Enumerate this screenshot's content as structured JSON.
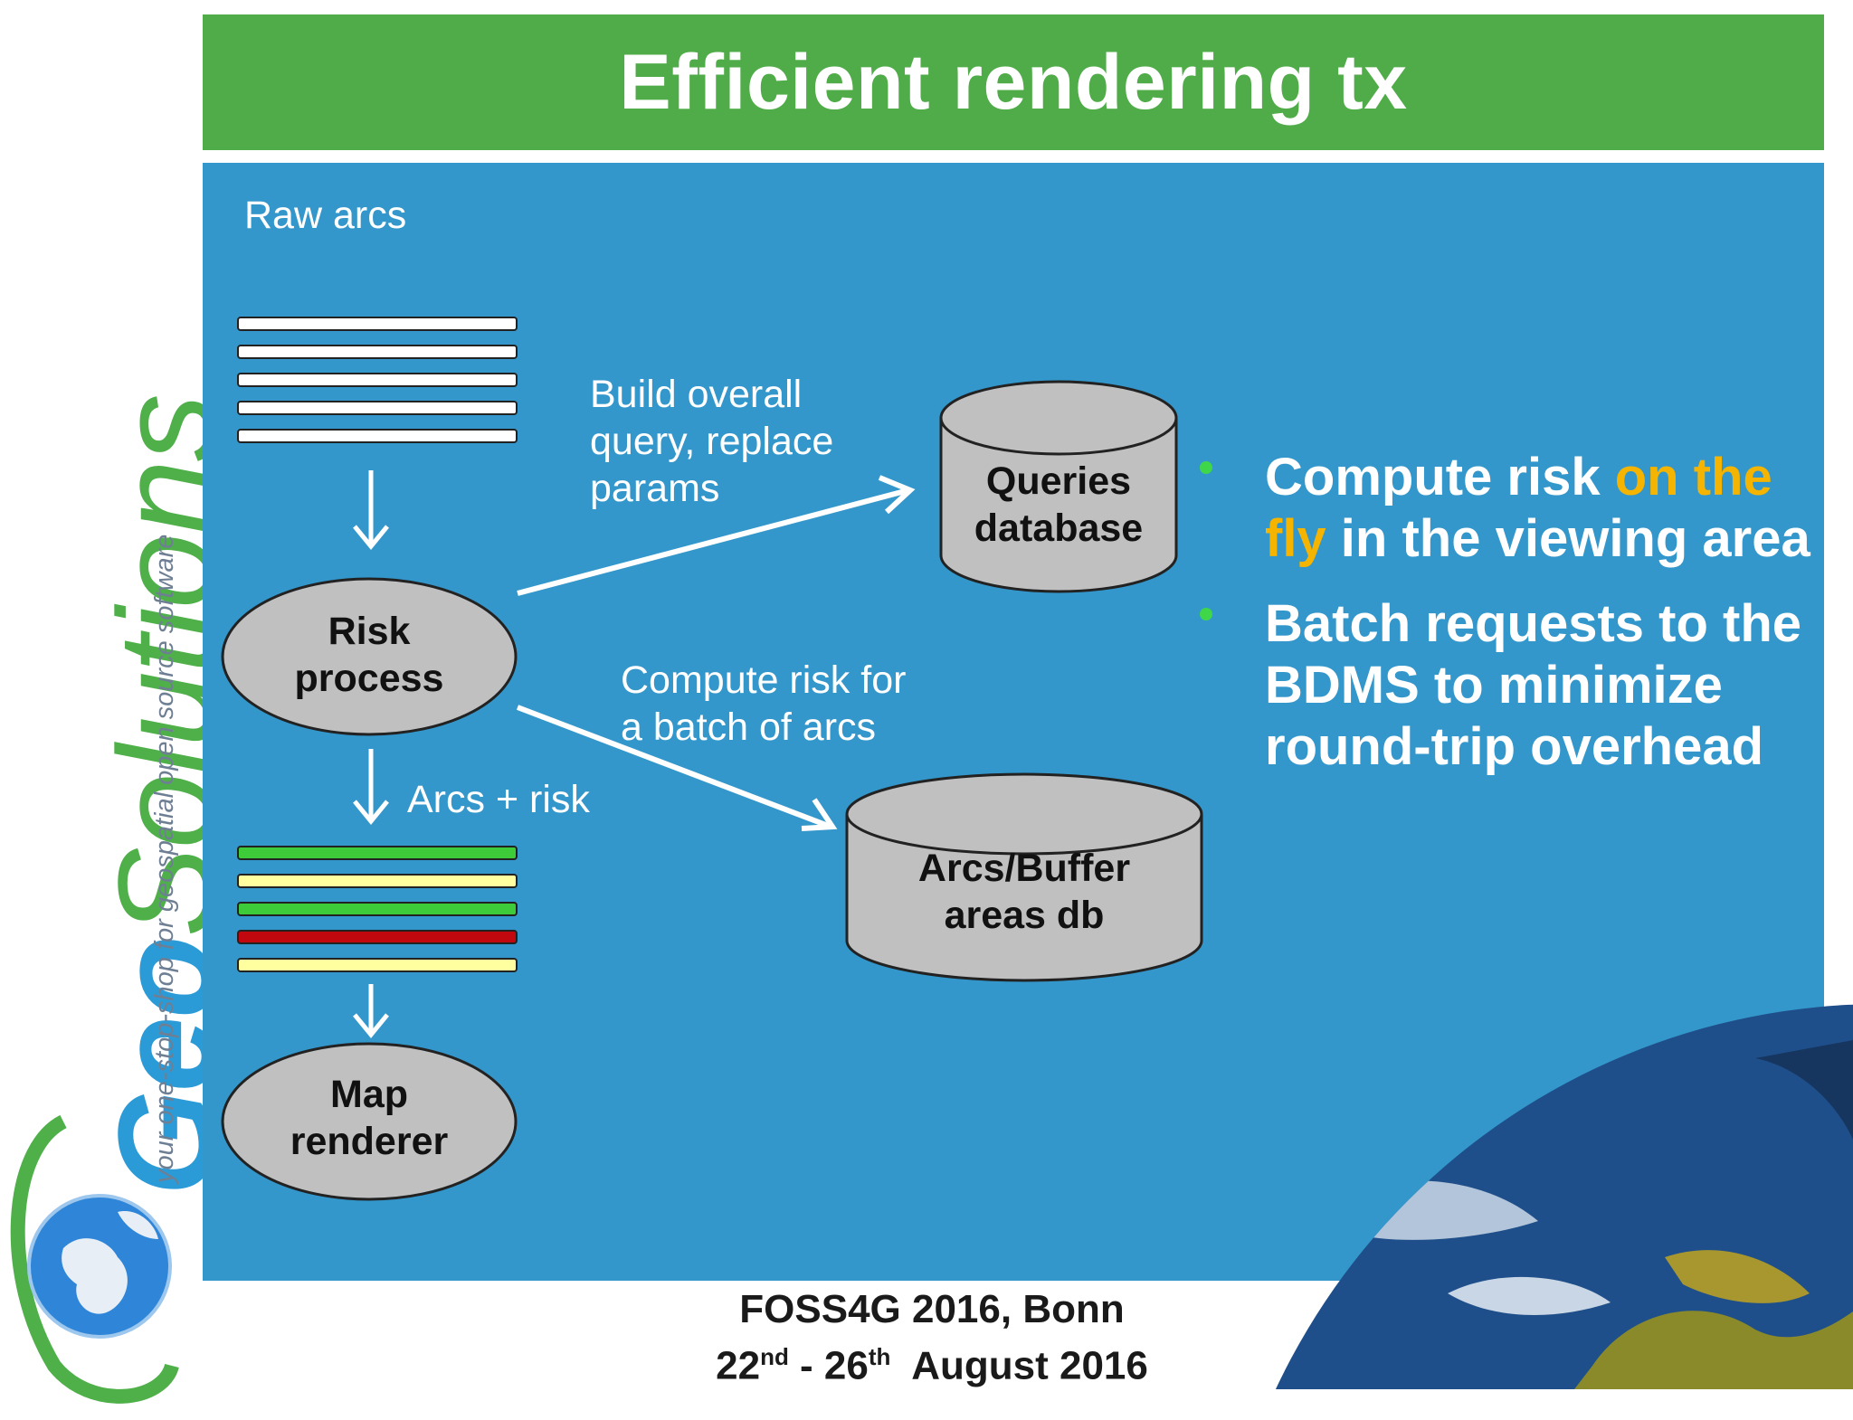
{
  "title": "Efficient rendering tx",
  "logo": {
    "word_geo": "Geo",
    "word_solutions": "Solutions",
    "tagline": "your one-stop-shop for geospatial open source software"
  },
  "diagram": {
    "raw_arcs_label": "Raw arcs",
    "risk_process_line1": "Risk",
    "risk_process_line2": "process",
    "map_renderer_line1": "Map",
    "map_renderer_line2": "renderer",
    "queries_db_line1": "Queries",
    "queries_db_line2": "database",
    "arcs_db_line1": "Arcs/Buffer",
    "arcs_db_line2": "areas db",
    "build_query_line1": "Build overall",
    "build_query_line2": "query, replace",
    "build_query_line3": "params",
    "compute_batch_line1": "Compute risk for",
    "compute_batch_line2": "a batch of arcs",
    "arcs_risk_label": "Arcs + risk",
    "raw_arc_colors": [
      "#ffffff",
      "#ffffff",
      "#ffffff",
      "#ffffff",
      "#ffffff"
    ],
    "risk_arc_colors": [
      "#3ecb3a",
      "#ffffa0",
      "#3ecb3a",
      "#c0080e",
      "#ffffa0"
    ]
  },
  "bullets": {
    "b1_part1": "Compute risk ",
    "b1_highlight": "on the fly",
    "b1_part2": " in the viewing area",
    "b2": "Batch requests to the BDMS to minimize round-trip overhead"
  },
  "footer": {
    "line1": "FOSS4G 2016, Bonn",
    "line2_a": "22",
    "line2_sup1": "nd",
    "line2_b": " - 26",
    "line2_sup2": "th",
    "line2_c": "  August 2016"
  },
  "colors": {
    "title_green": "#4fac48",
    "panel_blue": "#3497cb",
    "highlight": "#f5b400",
    "bullet_dot": "#3fd64a"
  }
}
